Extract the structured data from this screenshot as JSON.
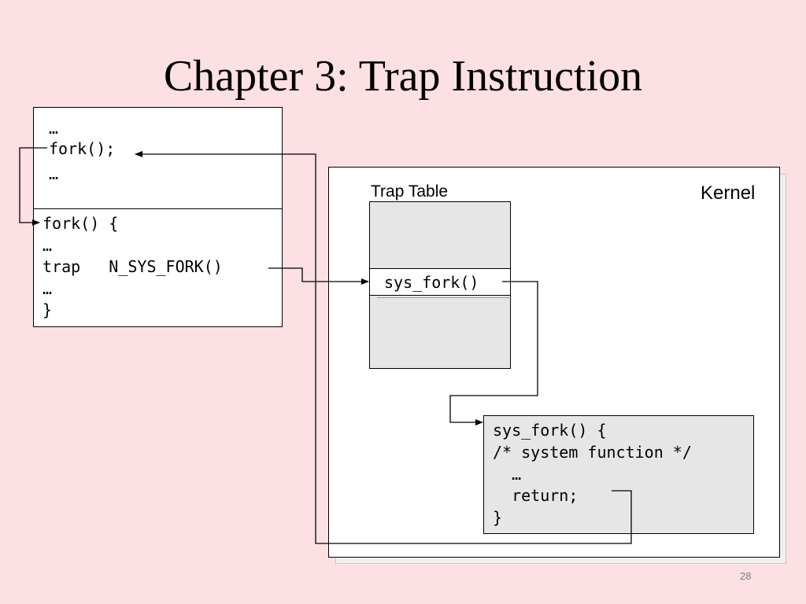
{
  "slide": {
    "title": "Chapter 3: Trap Instruction",
    "page_number": "28"
  },
  "user_code": {
    "caller_lines": [
      "…",
      "fork();",
      "…"
    ],
    "library_lines": [
      "fork() {",
      "…",
      "trap   N_SYS_FORK()",
      "…",
      "}"
    ]
  },
  "kernel": {
    "label": "Kernel",
    "trap_table": {
      "label": "Trap Table",
      "entry": "sys_fork()"
    },
    "sys_fork_lines": [
      "sys_fork() {",
      "/* system function */",
      "  …",
      "  return;",
      "}"
    ]
  }
}
